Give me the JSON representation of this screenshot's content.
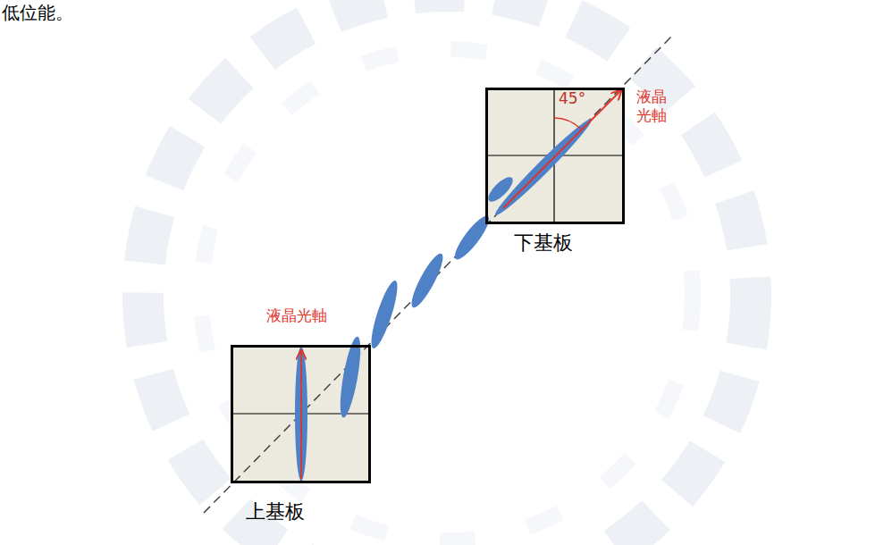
{
  "diagram": {
    "nodes": [
      {
        "text": [
          "下基板"
        ]
      },
      {
        "text": [
          "上基板"
        ]
      }
    ],
    "labels": [
      "低位能。",
      "45°",
      "液晶 光軸",
      "液晶光軸"
    ]
  }
}
